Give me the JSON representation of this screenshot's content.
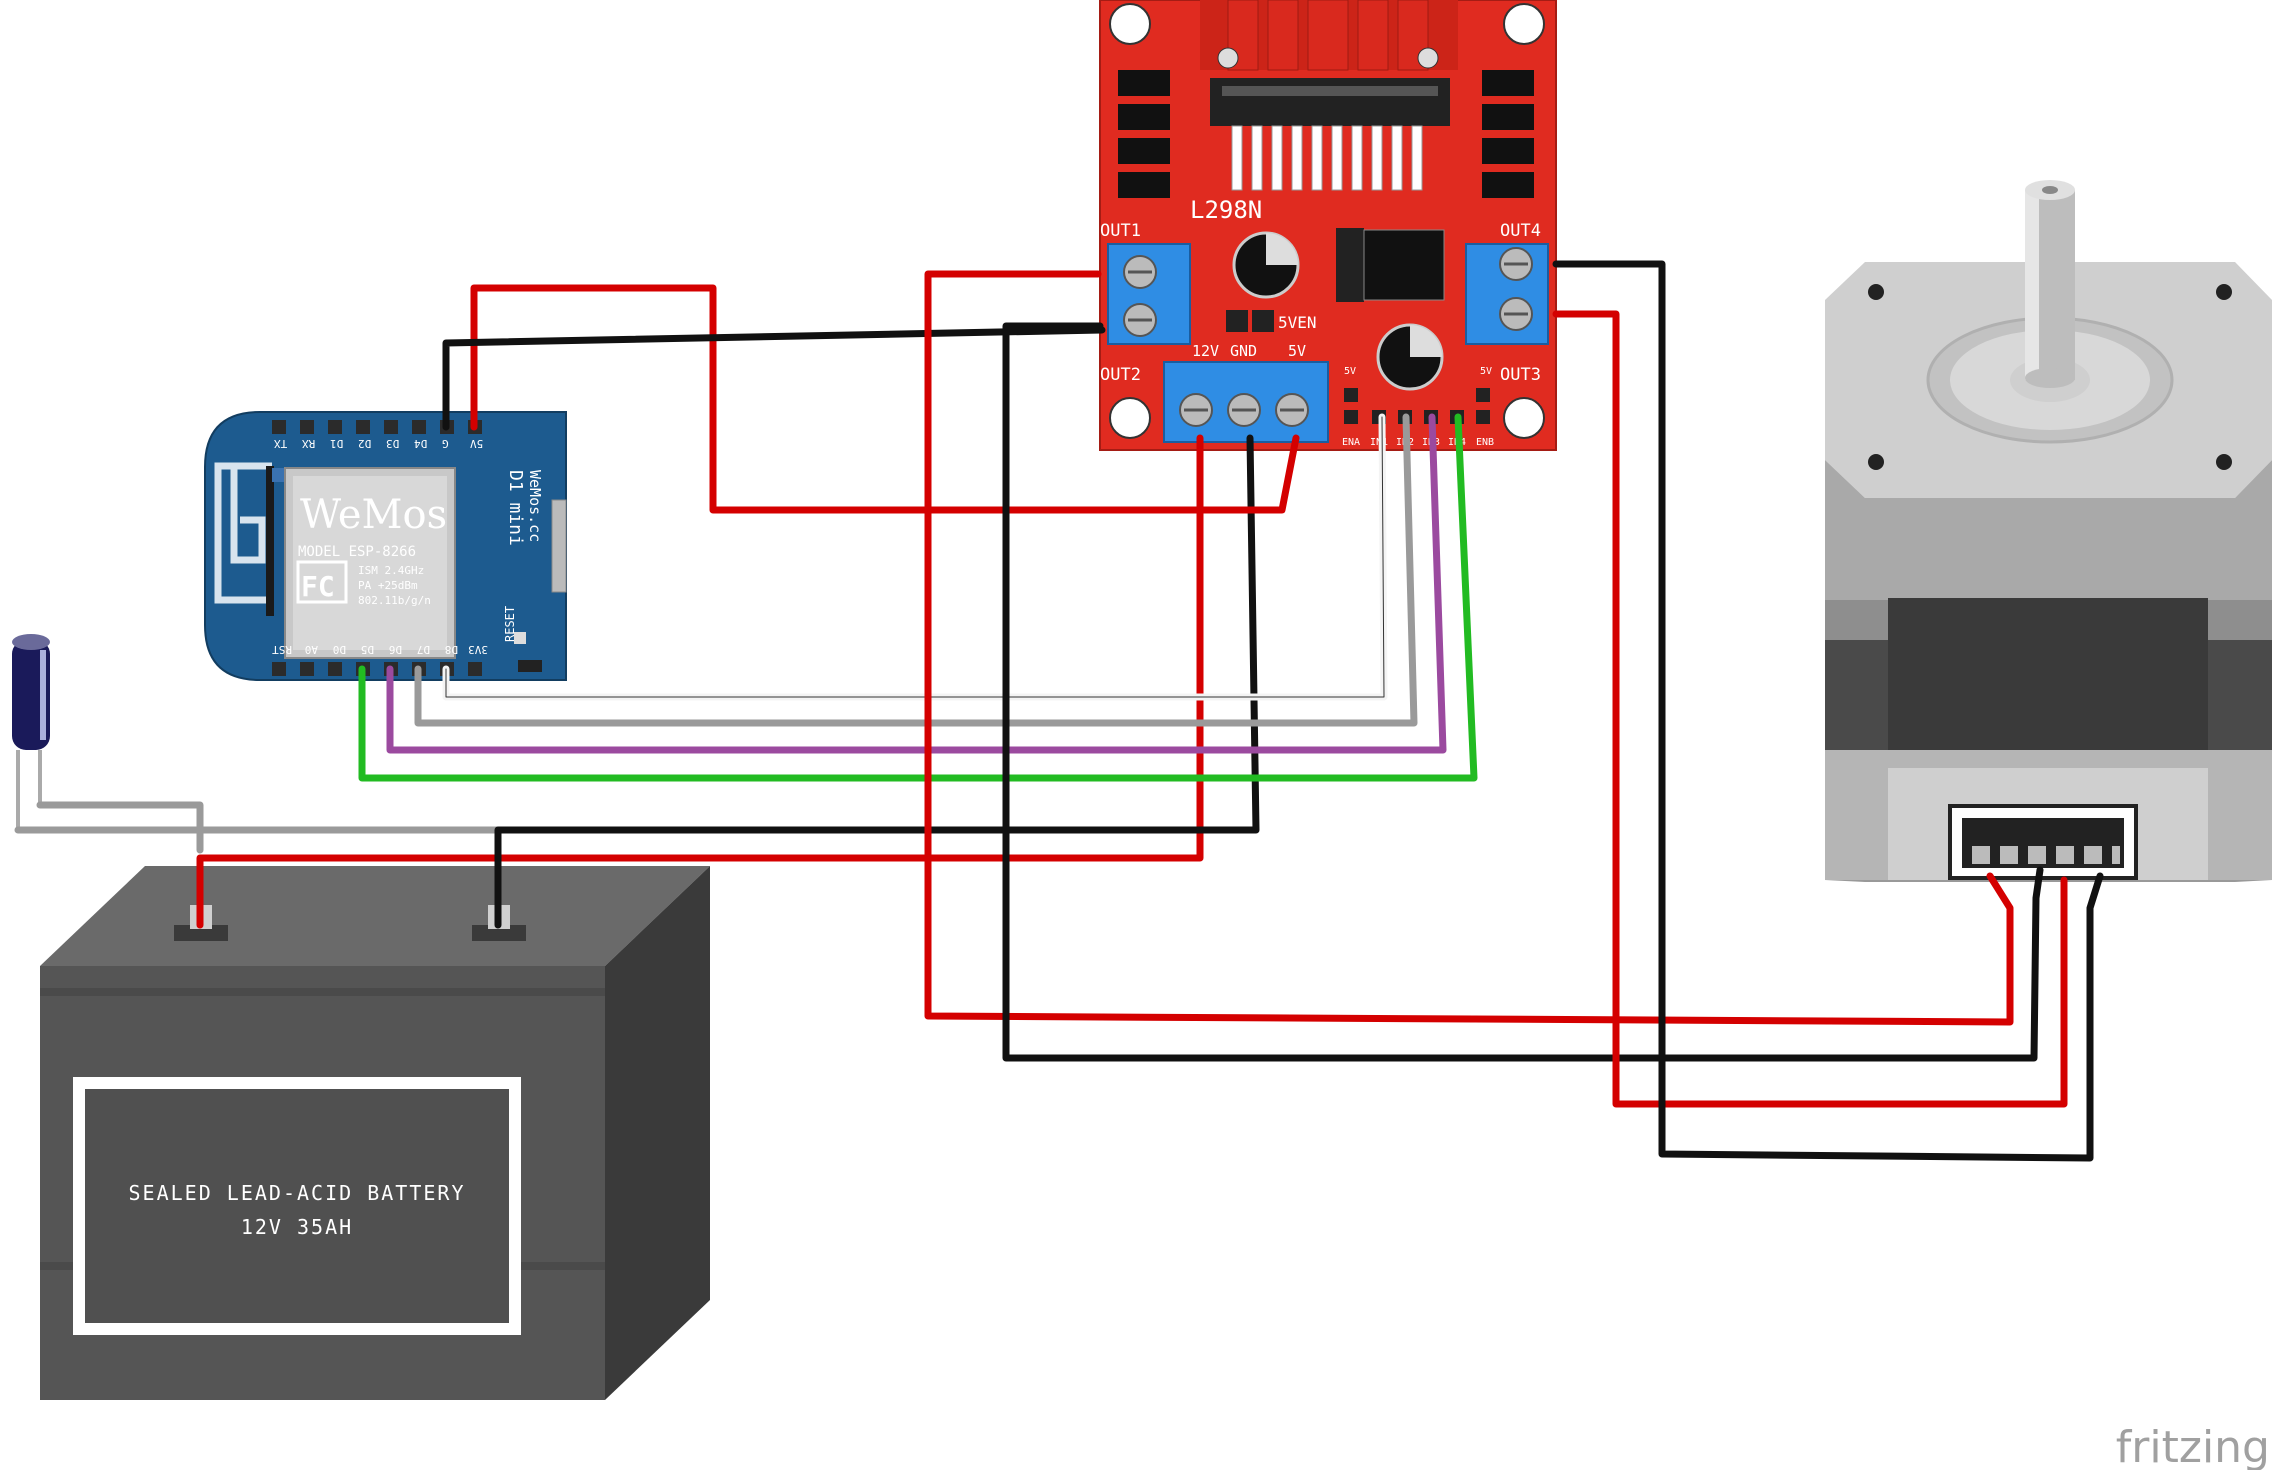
{
  "driver": {
    "chip_label": "L298N",
    "out1": "OUT1",
    "out2": "OUT2",
    "out3": "OUT3",
    "out4": "OUT4",
    "power_labels": [
      "12V",
      "GND",
      "5V"
    ],
    "jumper_label": "5VEN",
    "logic_labels": [
      "ENA",
      "IN1",
      "IN2",
      "IN3",
      "IN4",
      "ENB"
    ],
    "five_v_small": "5V",
    "board_color": "#e02b20",
    "terminal_color": "#2f8de4"
  },
  "wemos": {
    "logo": "WeMos",
    "model_line": "MODEL ESP-8266",
    "spec_lines": [
      "ISM 2.4GHz",
      "PA +25dBm",
      "802.11b/g/n"
    ],
    "board_name": "D1 mini",
    "site": "WeMos.cc",
    "reset_label": "RESET",
    "top_pins": [
      "TX",
      "RX",
      "D1",
      "D2",
      "D3",
      "D4",
      "G",
      "5V"
    ],
    "bottom_pins": [
      "RST",
      "A0",
      "D0",
      "D5",
      "D6",
      "D7",
      "D8",
      "3V3"
    ],
    "board_color": "#1d5b8f"
  },
  "battery": {
    "line1": "SEALED LEAD-ACID BATTERY",
    "line2": "12V 35AH"
  },
  "watermark": "fritzing",
  "wire_colors": {
    "red": "#d40000",
    "black": "#111111",
    "white": "#f0f0f0",
    "gray": "#9a9a9a",
    "purple": "#9b4a9f",
    "green": "#22bb22"
  }
}
